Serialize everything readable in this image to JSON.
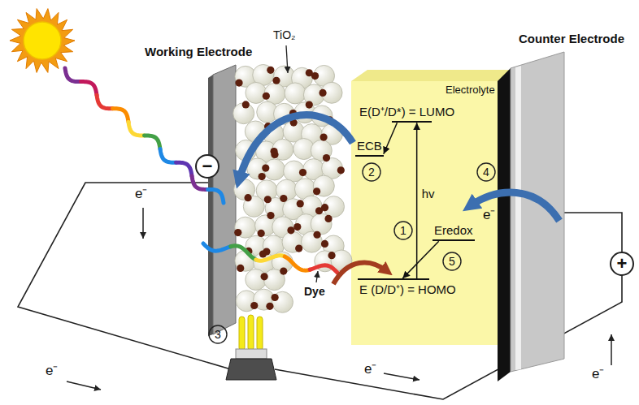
{
  "diagram": {
    "nodes": [
      {
        "text": [
          "E(D⁺/D*) = LUMO"
        ]
      },
      {
        "text": [
          "ECB"
        ]
      },
      {
        "text": [
          "Eredox"
        ]
      },
      {
        "text": [
          "E (D/D⁺) = HOMO"
        ]
      }
    ],
    "edges": [
      {
        "from": 0,
        "to": 1,
        "arrow": "to"
      },
      {
        "from": 3,
        "to": 0,
        "arrow": "to",
        "label": "hv"
      },
      {
        "from": 2,
        "to": 3,
        "arrow": "to"
      }
    ],
    "labels": [
      "Working Electrode",
      "TiO₂",
      "Counter Electrode",
      "Electrolyte",
      "Dye",
      "−",
      "+",
      "e⁻",
      "e⁻",
      "e⁻",
      "e⁻",
      "e⁻",
      "1",
      "2",
      "3",
      "4",
      "5"
    ]
  }
}
